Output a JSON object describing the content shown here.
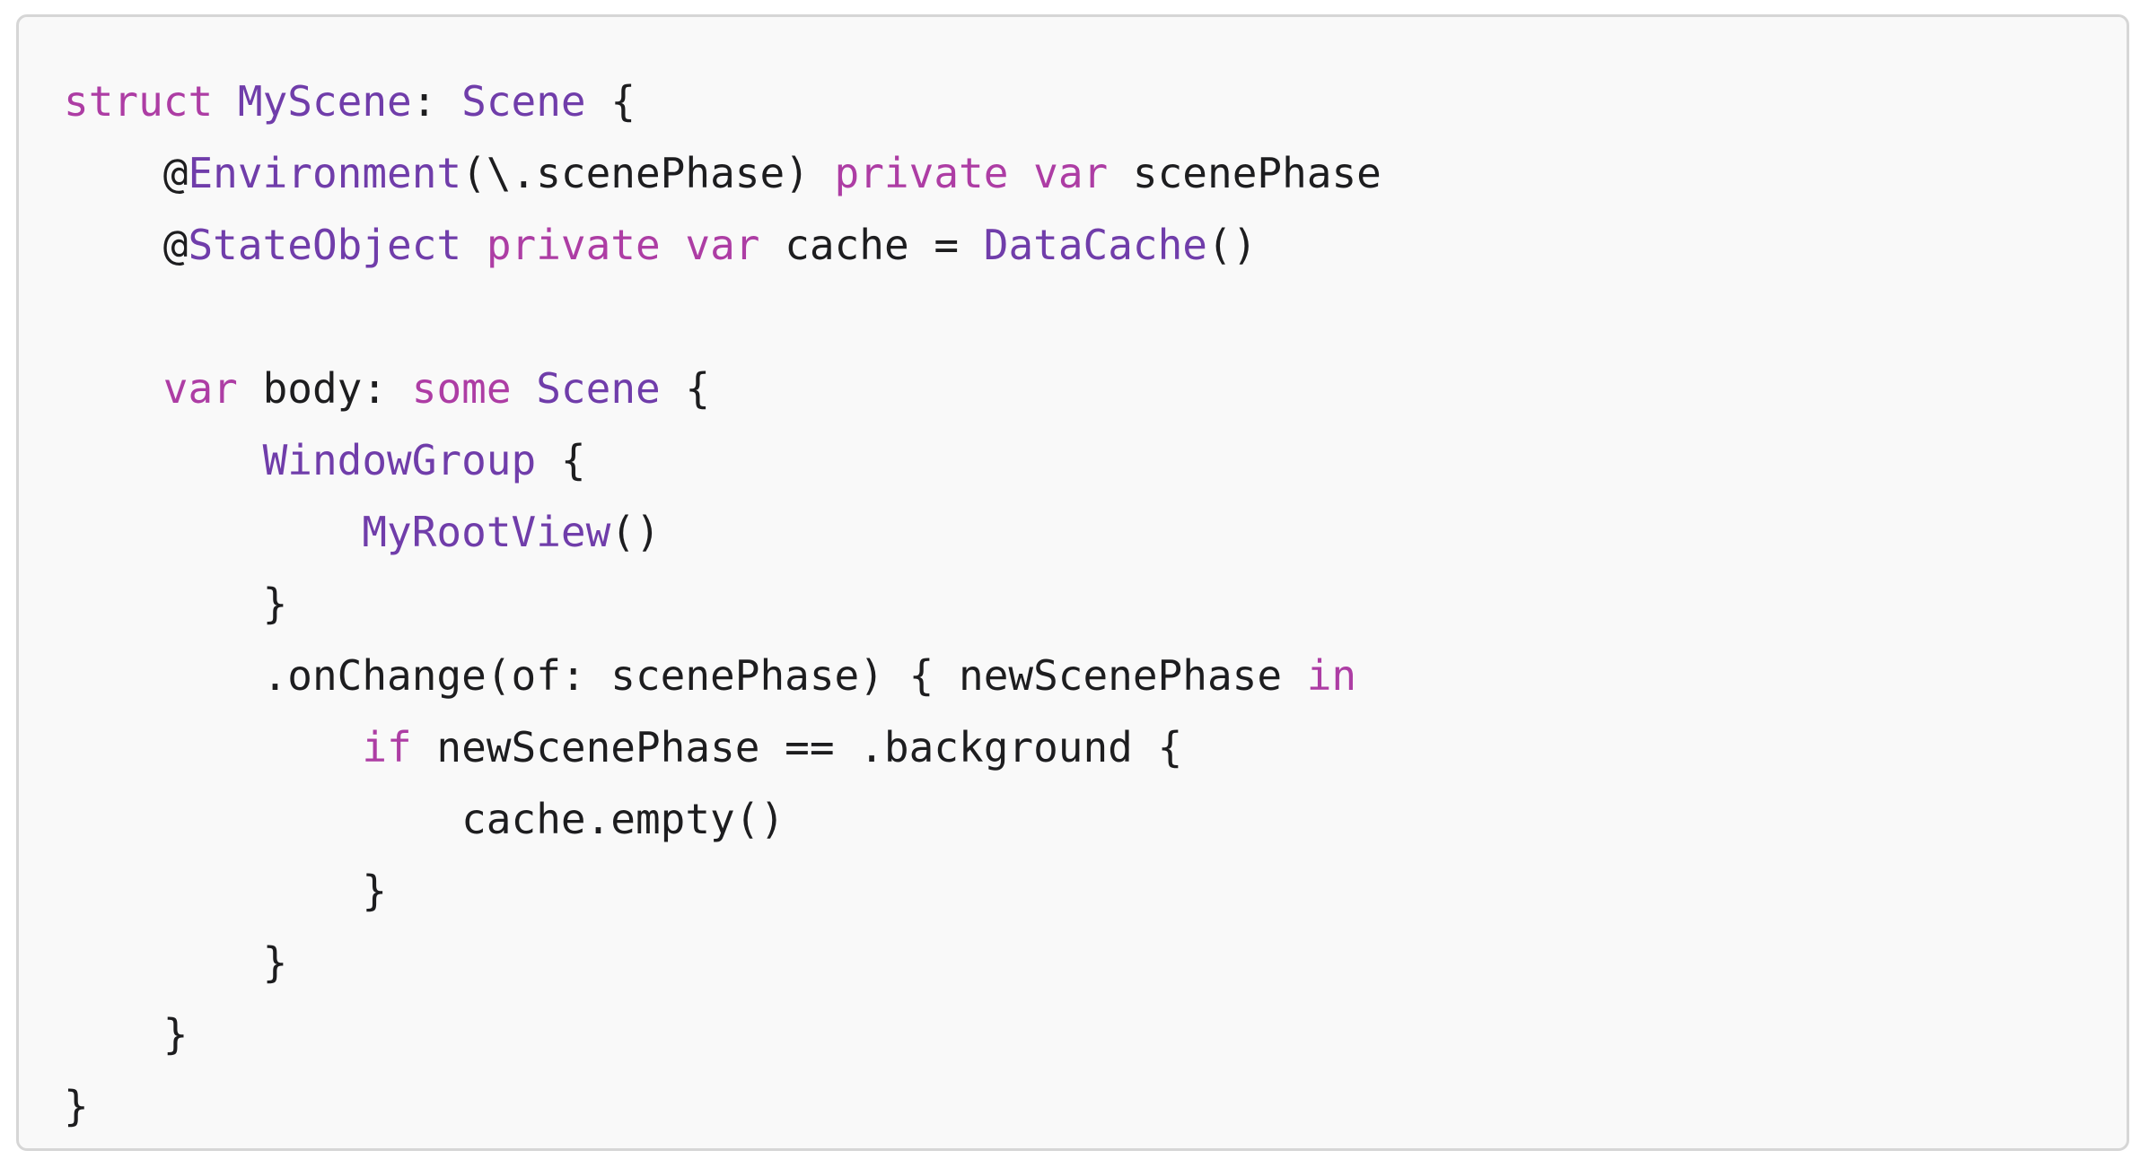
{
  "theme": {
    "background": "#f9f9f9",
    "border": "#d6d6d6",
    "keyword_color": "#ad3da4",
    "type_color": "#703daa",
    "plain_color": "#1d1d1f"
  },
  "code": {
    "language": "swift",
    "lines": [
      {
        "indent": 0,
        "tokens": [
          {
            "k": "kw",
            "t": "struct"
          },
          {
            "k": "pl",
            "t": " "
          },
          {
            "k": "ty",
            "t": "MyScene"
          },
          {
            "k": "pl",
            "t": ": "
          },
          {
            "k": "ty",
            "t": "Scene"
          },
          {
            "k": "pl",
            "t": " {"
          }
        ]
      },
      {
        "indent": 1,
        "tokens": [
          {
            "k": "pl",
            "t": "@"
          },
          {
            "k": "ty",
            "t": "Environment"
          },
          {
            "k": "pl",
            "t": "(\\.scenePhase) "
          },
          {
            "k": "kw",
            "t": "private"
          },
          {
            "k": "pl",
            "t": " "
          },
          {
            "k": "kw",
            "t": "var"
          },
          {
            "k": "pl",
            "t": " scenePhase"
          }
        ]
      },
      {
        "indent": 1,
        "tokens": [
          {
            "k": "pl",
            "t": "@"
          },
          {
            "k": "ty",
            "t": "StateObject"
          },
          {
            "k": "pl",
            "t": " "
          },
          {
            "k": "kw",
            "t": "private"
          },
          {
            "k": "pl",
            "t": " "
          },
          {
            "k": "kw",
            "t": "var"
          },
          {
            "k": "pl",
            "t": " cache = "
          },
          {
            "k": "ty",
            "t": "DataCache"
          },
          {
            "k": "pl",
            "t": "()"
          }
        ]
      },
      {
        "indent": 0,
        "tokens": []
      },
      {
        "indent": 1,
        "tokens": [
          {
            "k": "kw",
            "t": "var"
          },
          {
            "k": "pl",
            "t": " body: "
          },
          {
            "k": "kw",
            "t": "some"
          },
          {
            "k": "pl",
            "t": " "
          },
          {
            "k": "ty",
            "t": "Scene"
          },
          {
            "k": "pl",
            "t": " {"
          }
        ]
      },
      {
        "indent": 2,
        "tokens": [
          {
            "k": "ty",
            "t": "WindowGroup"
          },
          {
            "k": "pl",
            "t": " {"
          }
        ]
      },
      {
        "indent": 3,
        "tokens": [
          {
            "k": "ty",
            "t": "MyRootView"
          },
          {
            "k": "pl",
            "t": "()"
          }
        ]
      },
      {
        "indent": 2,
        "tokens": [
          {
            "k": "pl",
            "t": "}"
          }
        ]
      },
      {
        "indent": 2,
        "tokens": [
          {
            "k": "pl",
            "t": ".onChange(of: scenePhase) { newScenePhase "
          },
          {
            "k": "kw",
            "t": "in"
          }
        ]
      },
      {
        "indent": 3,
        "tokens": [
          {
            "k": "kw",
            "t": "if"
          },
          {
            "k": "pl",
            "t": " newScenePhase == .background {"
          }
        ]
      },
      {
        "indent": 4,
        "tokens": [
          {
            "k": "pl",
            "t": "cache.empty()"
          }
        ]
      },
      {
        "indent": 3,
        "tokens": [
          {
            "k": "pl",
            "t": "}"
          }
        ]
      },
      {
        "indent": 2,
        "tokens": [
          {
            "k": "pl",
            "t": "}"
          }
        ]
      },
      {
        "indent": 1,
        "tokens": [
          {
            "k": "pl",
            "t": "}"
          }
        ]
      },
      {
        "indent": 0,
        "tokens": [
          {
            "k": "pl",
            "t": "}"
          }
        ]
      }
    ]
  }
}
